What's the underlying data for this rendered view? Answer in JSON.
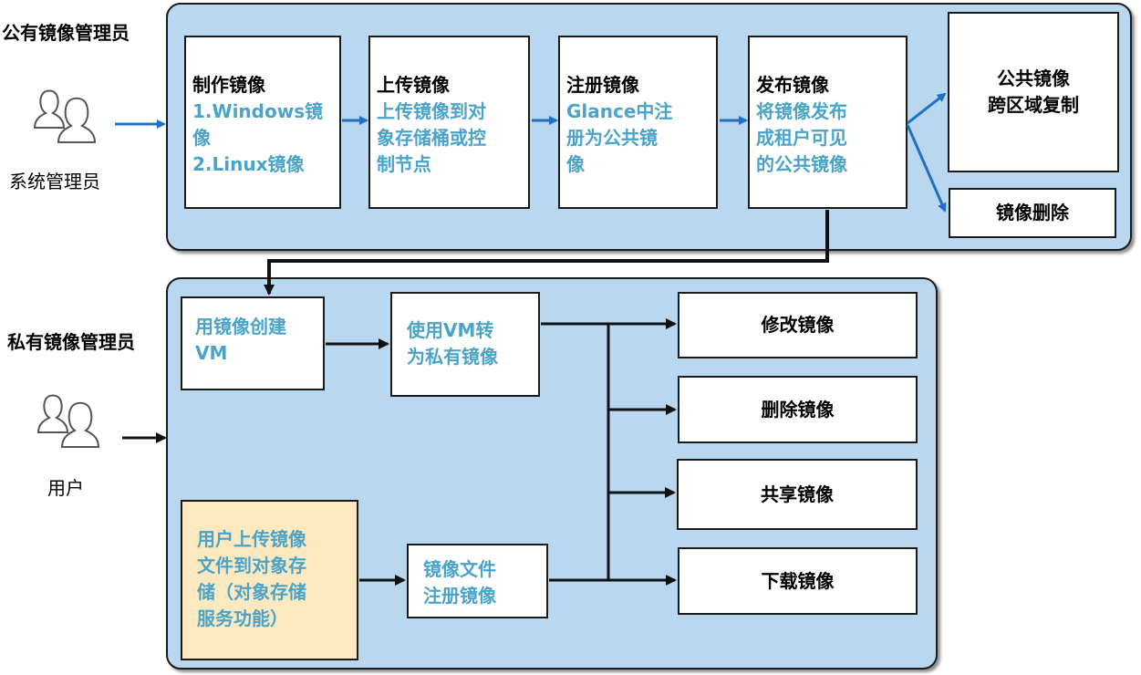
{
  "public_admin": {
    "title": "公有镜像管理员",
    "actor_label": "系统管理员",
    "steps": [
      {
        "title": "制作镜像",
        "detail": "1.Windows镜\n像\n2.Linux镜像"
      },
      {
        "title": "上传镜像",
        "detail": "上传镜像到对\n象存储桶或控\n制节点"
      },
      {
        "title": "注册镜像",
        "detail": "Glance中注\n册为公共镜\n像"
      },
      {
        "title": "发布镜像",
        "detail": "将镜像发布\n成租户可见\n的公共镜像"
      }
    ],
    "outputs": [
      "公共镜像\n跨区域复制",
      "镜像删除"
    ]
  },
  "private_admin": {
    "title": "私有镜像管理员",
    "actor_label": "用户",
    "create_vm": "用镜像创建\nVM",
    "vm_to_image": "使用VM转\n为私有镜像",
    "upload_file": "用户上传镜像\n文件到对象存\n储（对象存储\n服务功能）",
    "register_file": "镜像文件\n注册镜像",
    "actions": [
      "修改镜像",
      "删除镜像",
      "共享镜像",
      "下载镜像"
    ]
  },
  "colors": {
    "panel": "#b9d7ee",
    "highlight_text": "#4aa3c8",
    "blue_arrow": "#1f6fc4",
    "upload_box": "#fde9bf"
  }
}
